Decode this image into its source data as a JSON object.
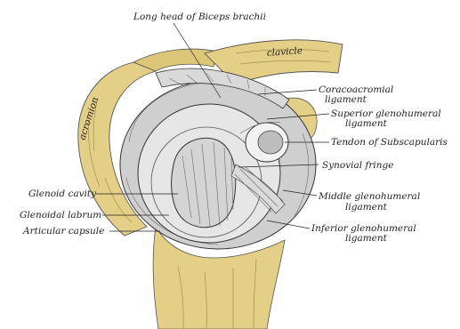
{
  "colors": {
    "bone": "#e3cf86",
    "bone_shadow": "#b89b4a",
    "cartilage": "#d6d6d6",
    "ligament": "#c9c9c9",
    "outline": "#333333",
    "background": "#ffffff"
  },
  "bone_labels": {
    "clavicle": "clavicle",
    "acromion": "acromion"
  },
  "labels": {
    "long_head_biceps": "Long head of Biceps brachii",
    "coracoacromial_1": "Coracoacromial",
    "coracoacromial_2": "ligament",
    "superior_gh_1": "Superior glenohumeral",
    "superior_gh_2": "ligament",
    "tendon_subscap": "Tendon of Subscapularis",
    "synovial_fringe": "Synovial fringe",
    "middle_gh_1": "Middle glenohumeral",
    "middle_gh_2": "ligament",
    "inferior_gh_1": "Inferior glenohumeral",
    "inferior_gh_2": "ligament",
    "glenoid_cavity": "Glenoid cavity",
    "glenoidal_labrum": "Glenoidal labrum",
    "articular_capsule": "Articular capsule"
  }
}
